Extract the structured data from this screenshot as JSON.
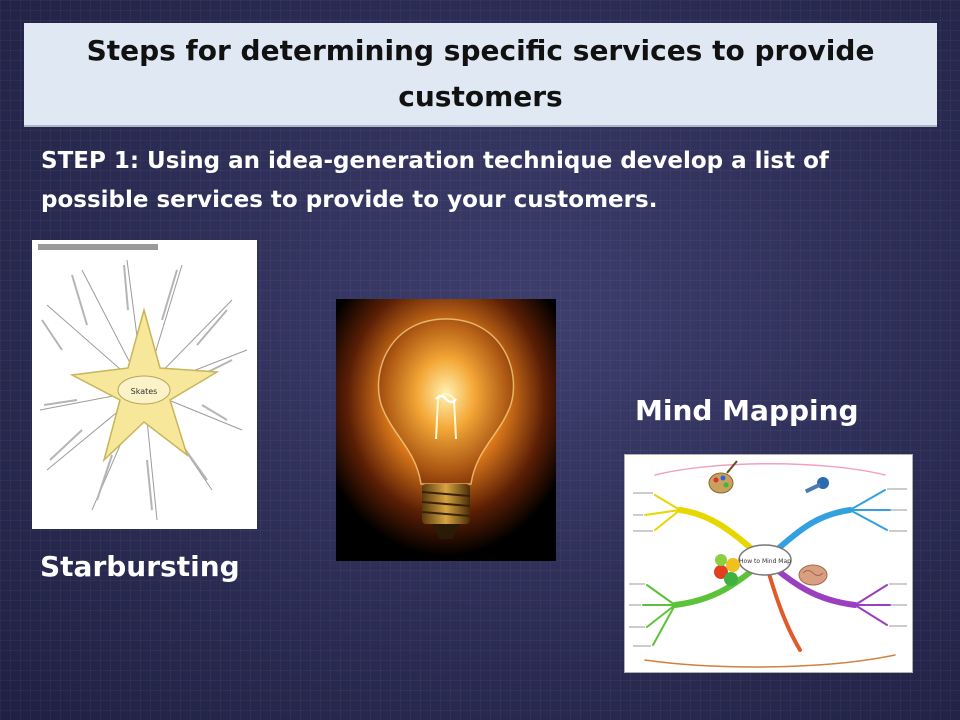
{
  "slide": {
    "title": "Steps for determining specific services to provide customers",
    "step_text": "STEP 1: Using an idea-generation technique develop a list of possible services to provide to your customers.",
    "mind_mapping_caption": "Mind Mapping",
    "starbursting_caption": "Starbursting"
  },
  "images": {
    "starburst_center_label": "Skates",
    "mindmap_center_label": "How to Mind Map"
  },
  "colors": {
    "title_bg": "#dfe8f3",
    "background": "#2c2d55",
    "caption_text": "#ffffff",
    "title_text": "#111111"
  }
}
